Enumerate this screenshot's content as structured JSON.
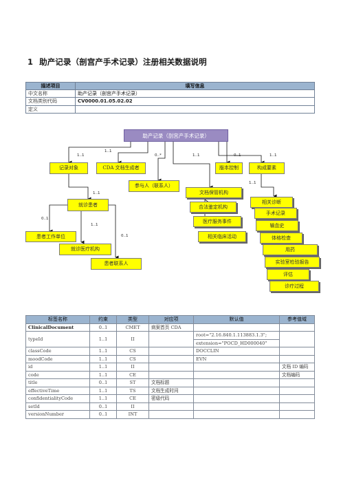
{
  "heading": {
    "number": "1",
    "title": "助产记录（剖宫产手术记录）注册相关数据说明"
  },
  "info_table": {
    "headers": [
      "描述项目",
      "填写信息"
    ],
    "rows": [
      [
        "中文名称",
        "助产记录（剖宫产手术记录）"
      ],
      [
        "文档类别代码",
        "CV0000.01.05.02.02"
      ],
      [
        "定义",
        ""
      ]
    ]
  },
  "diagram": {
    "root": "助产记录（剖宫产手术记录）",
    "nodes": {
      "record_target": "记录对象",
      "author": "CDA 文档生成者",
      "participant": "参与人（联系人）",
      "custodian": "文档保管机构",
      "legal_auth": "合法鉴定机构",
      "service_event": "医疗服务事件",
      "related_activity": "相关临床活动",
      "version": "版本控制",
      "components": "构成要素",
      "patient": "就诊患者",
      "patient_org": "患者工作单位",
      "provider_org": "就诊医疗机构",
      "contact": "患者联系人",
      "diagnosis": "相关诊断",
      "surgery": "手术记录",
      "transfusion": "输血史",
      "physical": "体格检查",
      "medication": "用药",
      "lab": "实验室检验报告",
      "assessment": "评估",
      "process": "诊疗过程"
    },
    "labels": {
      "l1": "1..1",
      "l2": "1..1",
      "l3": "0..*",
      "l4": "1..1",
      "l5": "0..1",
      "l6": "1..1",
      "l7": "1..1",
      "l8": "0..1",
      "l9": "1..1",
      "l10": "0..1",
      "l11": "1..1"
    }
  },
  "attr_table": {
    "headers": [
      "标签名称",
      "约束",
      "类型",
      "对应项",
      "默认值",
      "参考值域"
    ],
    "rows": [
      {
        "name": "ClinicalDocument",
        "c": "0..1",
        "t": "CMET",
        "m": "病案首页 CDA",
        "d": "",
        "r": "",
        "bold": true
      },
      {
        "name": "typeId",
        "c": "1..1",
        "t": "II",
        "m": "",
        "d": "root=\"2.16.840.1.113883.1.3\";",
        "d2": "extension=\"POCD_HD000040\"",
        "r": ""
      },
      {
        "name": "classCode",
        "c": "1..1",
        "t": "CS",
        "m": "",
        "d": "DOCCLIN",
        "r": ""
      },
      {
        "name": "moodCode",
        "c": "1..1",
        "t": "CS",
        "m": "",
        "d": "EVN",
        "r": ""
      },
      {
        "name": "id",
        "c": "1..1",
        "t": "II",
        "m": "",
        "d": "",
        "r": "文档 ID 编码"
      },
      {
        "name": "code",
        "c": "1..1",
        "t": "CE",
        "m": "",
        "d": "",
        "r": "文档编码"
      },
      {
        "name": "title",
        "c": "0..1",
        "t": "ST",
        "m": "文档标题",
        "d": "",
        "r": ""
      },
      {
        "name": "effectiveTime",
        "c": "1..1",
        "t": "TS",
        "m": "文档生成时间",
        "d": "",
        "r": ""
      },
      {
        "name": "confidentialityCode",
        "c": "1..1",
        "t": "CE",
        "m": "密级代码",
        "d": "",
        "r": ""
      },
      {
        "name": "setId",
        "c": "0..1",
        "t": "II",
        "m": "",
        "d": "",
        "r": ""
      },
      {
        "name": "versionNumber",
        "c": "0..1",
        "t": "INT",
        "m": "",
        "d": "",
        "r": ""
      }
    ]
  }
}
